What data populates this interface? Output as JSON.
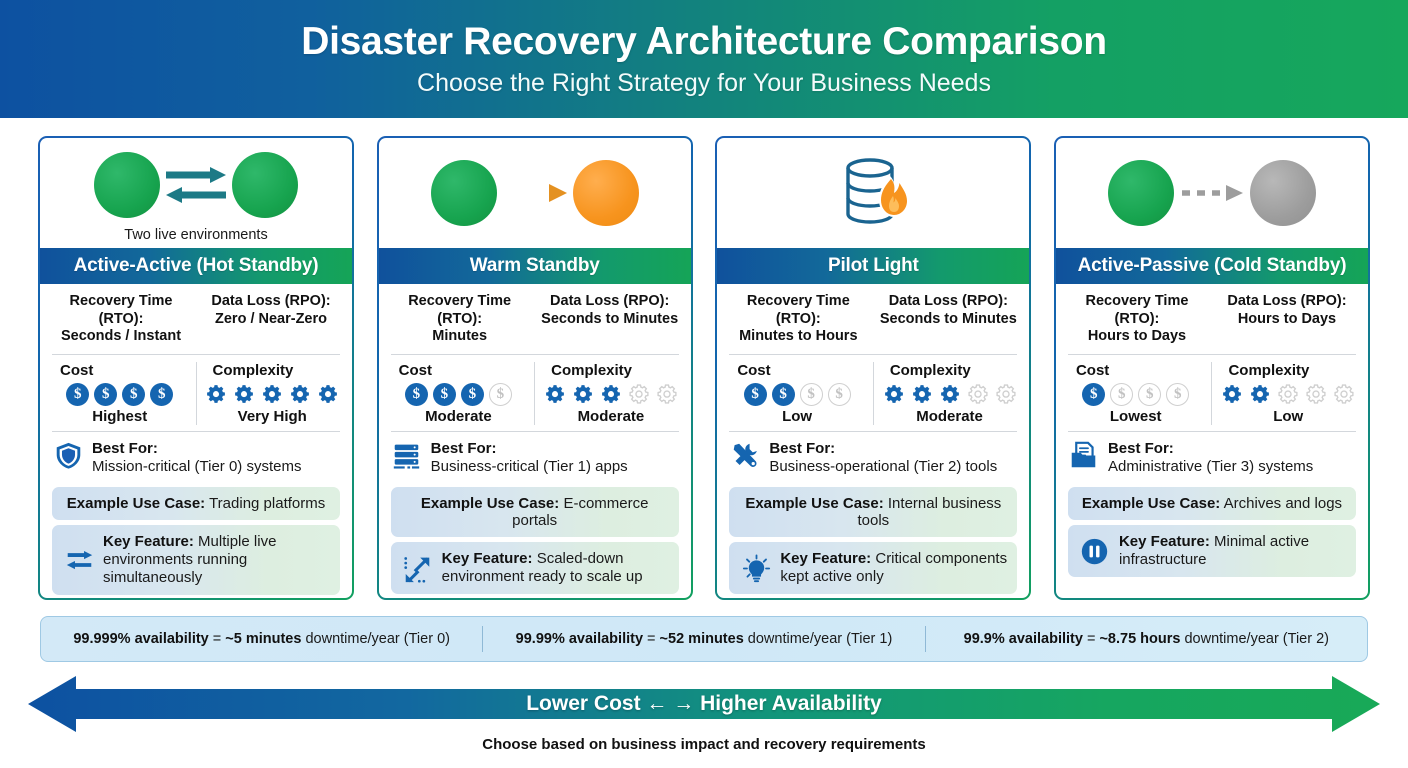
{
  "header": {
    "title": "Disaster Recovery Architecture Comparison",
    "subtitle": "Choose the Right Strategy for Your Business Needs"
  },
  "colors": {
    "brand_blue": "#0d51a1",
    "brand_green": "#16a75c",
    "accent_blue": "#1565b0",
    "accent_orange": "#f7941e",
    "accent_gray": "#9d9d9d",
    "pill_gradient_start": "#cfdff0",
    "pill_gradient_end": "#dff0e2",
    "availability_band": "#d3e9f7"
  },
  "labels": {
    "rto": "Recovery Time (RTO):",
    "rpo": "Data Loss (RPO):",
    "cost": "Cost",
    "complexity": "Complexity",
    "best_for": "Best For:",
    "example_use_case": "Example Use Case:",
    "key_feature": "Key Feature:"
  },
  "cards": [
    {
      "title": "Active-Active (Hot Standby)",
      "visual": {
        "type": "two-green-circles-bidirectional",
        "caption": "Two live environments"
      },
      "rto": "Seconds / Instant",
      "rpo": "Zero / Near-Zero",
      "cost": {
        "filled": 4,
        "total": 4,
        "caption": "Highest"
      },
      "complexity": {
        "filled": 5,
        "total": 5,
        "caption": "Very High"
      },
      "best_for": {
        "icon": "shield-icon",
        "text": "Mission-critical (Tier 0) systems"
      },
      "use_case": "Trading platforms",
      "key_feature": {
        "icon": "bidirectional-arrows-icon",
        "text": "Multiple live environments running simultaneously"
      }
    },
    {
      "title": "Warm Standby",
      "visual": {
        "type": "green-to-orange-arrow",
        "caption": ""
      },
      "rto": "Minutes",
      "rpo": "Seconds to Minutes",
      "cost": {
        "filled": 3,
        "total": 4,
        "caption": "Moderate"
      },
      "complexity": {
        "filled": 3,
        "total": 5,
        "caption": "Moderate"
      },
      "best_for": {
        "icon": "server-rack-icon",
        "text": "Business-critical (Tier 1) apps"
      },
      "use_case": "E-commerce portals",
      "key_feature": {
        "icon": "scale-up-arrows-icon",
        "text": "Scaled-down environment ready to scale up"
      }
    },
    {
      "title": "Pilot Light",
      "visual": {
        "type": "database-with-flame",
        "caption": ""
      },
      "rto": "Minutes to Hours",
      "rpo": "Seconds to Minutes",
      "cost": {
        "filled": 2,
        "total": 4,
        "caption": "Low"
      },
      "complexity": {
        "filled": 3,
        "total": 5,
        "caption": "Moderate"
      },
      "best_for": {
        "icon": "tools-icon",
        "text": "Business-operational (Tier 2) tools"
      },
      "use_case": "Internal business tools",
      "key_feature": {
        "icon": "lightbulb-icon",
        "text": "Critical components kept active only"
      }
    },
    {
      "title": "Active-Passive (Cold Standby)",
      "visual": {
        "type": "green-to-gray-dashed-arrow",
        "caption": ""
      },
      "rto": "Hours to Days",
      "rpo": "Hours to Days",
      "cost": {
        "filled": 1,
        "total": 4,
        "caption": "Lowest"
      },
      "complexity": {
        "filled": 2,
        "total": 5,
        "caption": "Low"
      },
      "best_for": {
        "icon": "archive-folder-icon",
        "text": "Administrative (Tier 3) systems"
      },
      "use_case": "Archives and logs",
      "key_feature": {
        "icon": "pause-circle-icon",
        "text": "Minimal active infrastructure"
      }
    }
  ],
  "availability": [
    {
      "pct": "99.999% availability",
      "eq": "= ",
      "downtime": "~5 minutes",
      "rest": " downtime/year (Tier 0)"
    },
    {
      "pct": "99.99% availability",
      "eq": "= ",
      "downtime": "~52 minutes",
      "rest": " downtime/year (Tier 1)"
    },
    {
      "pct": "99.9% availability",
      "eq": "= ",
      "downtime": "~8.75 hours",
      "rest": " downtime/year (Tier 2)"
    }
  ],
  "spectrum": {
    "label": "Lower Cost ← → Higher Availability",
    "footnote": "Choose based on business impact and recovery requirements"
  }
}
